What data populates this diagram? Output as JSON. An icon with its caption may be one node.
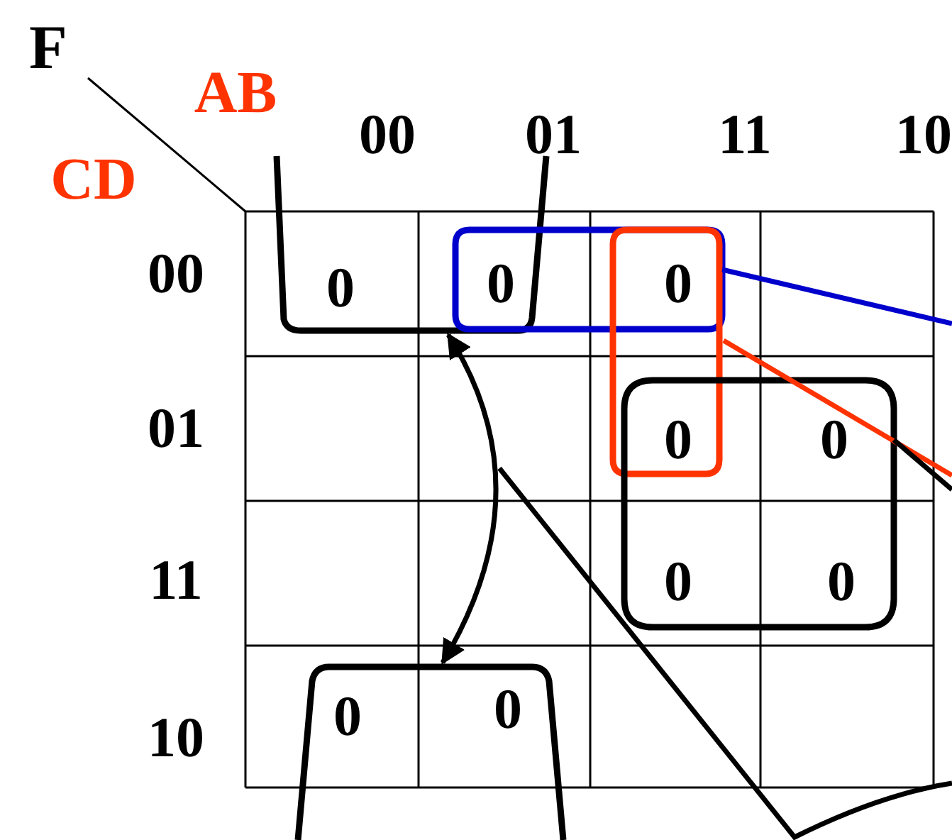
{
  "diagram": {
    "nodes": [
      {
        "text": [],
        "shape": "box"
      },
      {
        "text": [],
        "shape": "box"
      },
      {
        "text": [],
        "shape": "box"
      },
      {
        "text": [],
        "shape": "box"
      },
      {
        "text": [],
        "shape": "box"
      }
    ],
    "edges": [
      {
        "from": 0,
        "to": 4,
        "arrow": "both"
      },
      {
        "from": 1,
        "to": null,
        "arrow": "none",
        "color": "#0000cc"
      },
      {
        "from": 2,
        "to": null,
        "arrow": "none",
        "color": "#ff3300"
      },
      {
        "from": 3,
        "to": null,
        "arrow": "none"
      }
    ],
    "labels": [
      "F",
      "AB",
      "CD",
      "00",
      "01",
      "11",
      "10",
      "00",
      "01",
      "11",
      "10",
      "0",
      "0",
      "0",
      "0",
      "0",
      "0",
      "0",
      "0",
      "0"
    ]
  }
}
